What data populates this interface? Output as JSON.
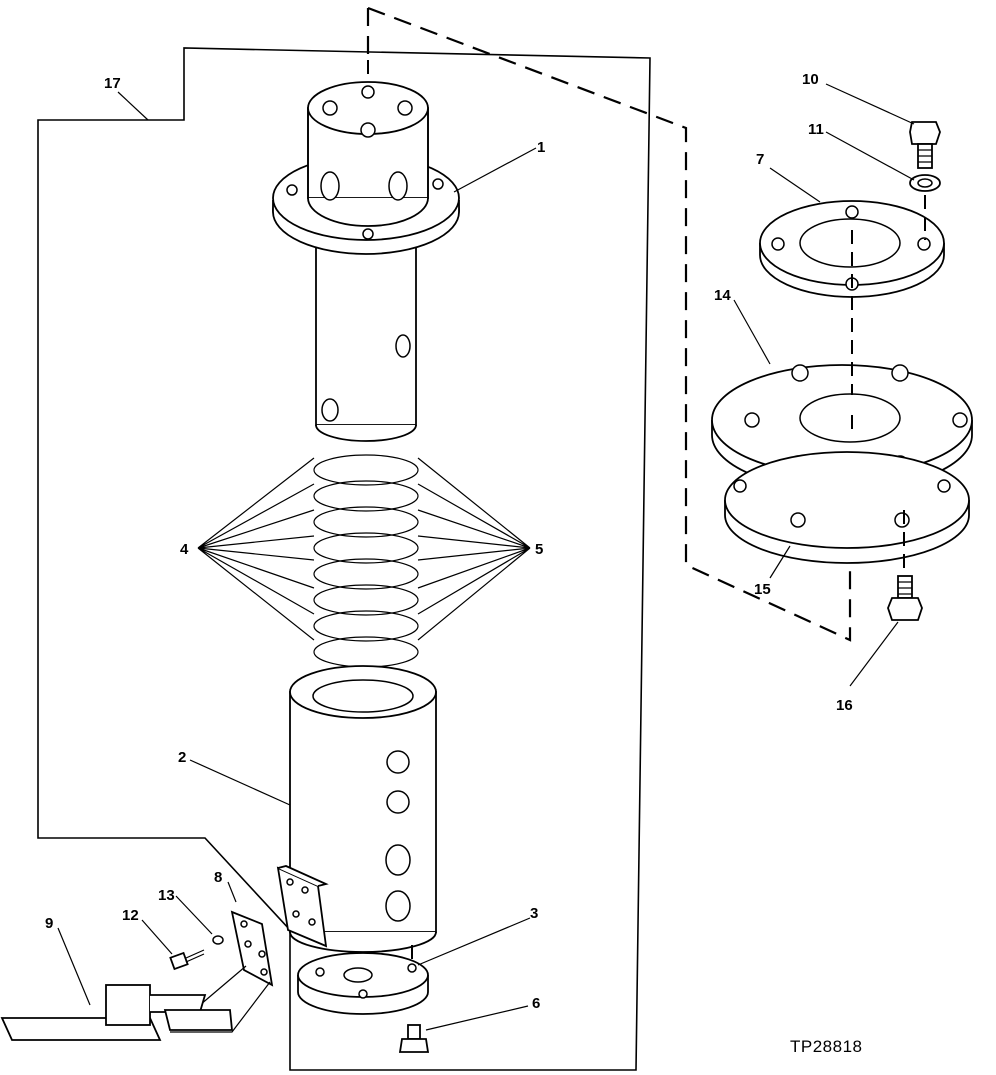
{
  "figure_id": "TP28818",
  "callouts": [
    {
      "id": "c1",
      "text": "1"
    },
    {
      "id": "c2",
      "text": "2"
    },
    {
      "id": "c3",
      "text": "3"
    },
    {
      "id": "c4",
      "text": "4"
    },
    {
      "id": "c5",
      "text": "5"
    },
    {
      "id": "c6",
      "text": "6"
    },
    {
      "id": "c7",
      "text": "7"
    },
    {
      "id": "c8",
      "text": "8"
    },
    {
      "id": "c9",
      "text": "9"
    },
    {
      "id": "c10",
      "text": "10"
    },
    {
      "id": "c11",
      "text": "11"
    },
    {
      "id": "c12",
      "text": "12"
    },
    {
      "id": "c13",
      "text": "13"
    },
    {
      "id": "c14",
      "text": "14"
    },
    {
      "id": "c15",
      "text": "15"
    },
    {
      "id": "c16",
      "text": "16"
    },
    {
      "id": "c17",
      "text": "17"
    }
  ]
}
